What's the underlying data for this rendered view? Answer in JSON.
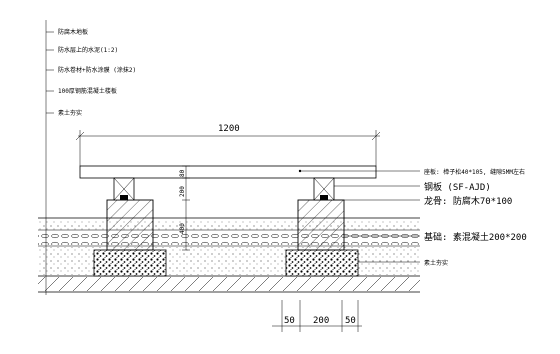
{
  "layer_notes": [
    "防腐木地板",
    "防水层上的水泥(1:2)",
    "防水卷材+防水涂膜 (涂抹2)",
    "100厚钢筋混凝土楼板",
    "素土夯实"
  ],
  "dimensions": {
    "span": "1200",
    "bench_height": "200",
    "seat_thickness": "80",
    "footing_height": "400",
    "bottom_left": "50",
    "bottom_mid": "200",
    "bottom_right": "50"
  },
  "callouts": [
    "座板: 樟子松40*105, 缝隙5MM左右",
    "钢板 (SF-AJD)",
    "龙骨: 防腐木70*100",
    "基础: 素混凝土200*200",
    "素土夯实"
  ]
}
